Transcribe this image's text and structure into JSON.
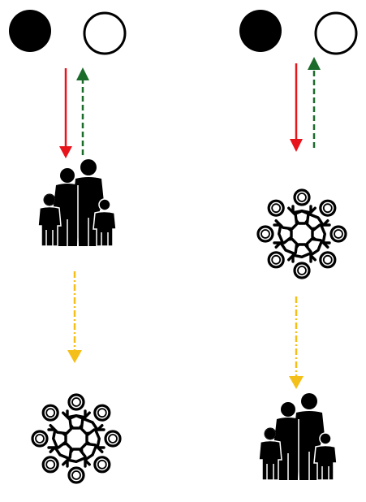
{
  "figure": {
    "left_column": {
      "top_circles": [
        "filled",
        "outline"
      ],
      "arrows": [
        {
          "style": "solid",
          "direction": "down",
          "color": "#e8141b"
        },
        {
          "style": "dashed",
          "direction": "up",
          "color": "#1b6b2b"
        },
        {
          "style": "dash-dot",
          "direction": "down",
          "color": "#f5bf1a"
        }
      ],
      "middle_icon": "family-icon",
      "bottom_icon": "people-circle-icon"
    },
    "right_column": {
      "top_circles": [
        "filled",
        "outline"
      ],
      "arrows": [
        {
          "style": "solid",
          "direction": "down",
          "color": "#e8141b"
        },
        {
          "style": "dashed",
          "direction": "up",
          "color": "#1b6b2b"
        },
        {
          "style": "dash-dot",
          "direction": "down",
          "color": "#f5bf1a"
        }
      ],
      "middle_icon": "people-circle-icon",
      "bottom_icon": "family-icon"
    }
  },
  "colors": {
    "ink": "#000000",
    "red_arrow": "#e8141b",
    "green_arrow": "#1b6b2b",
    "yellow_arrow": "#f5bf1a",
    "background": "#ffffff"
  }
}
